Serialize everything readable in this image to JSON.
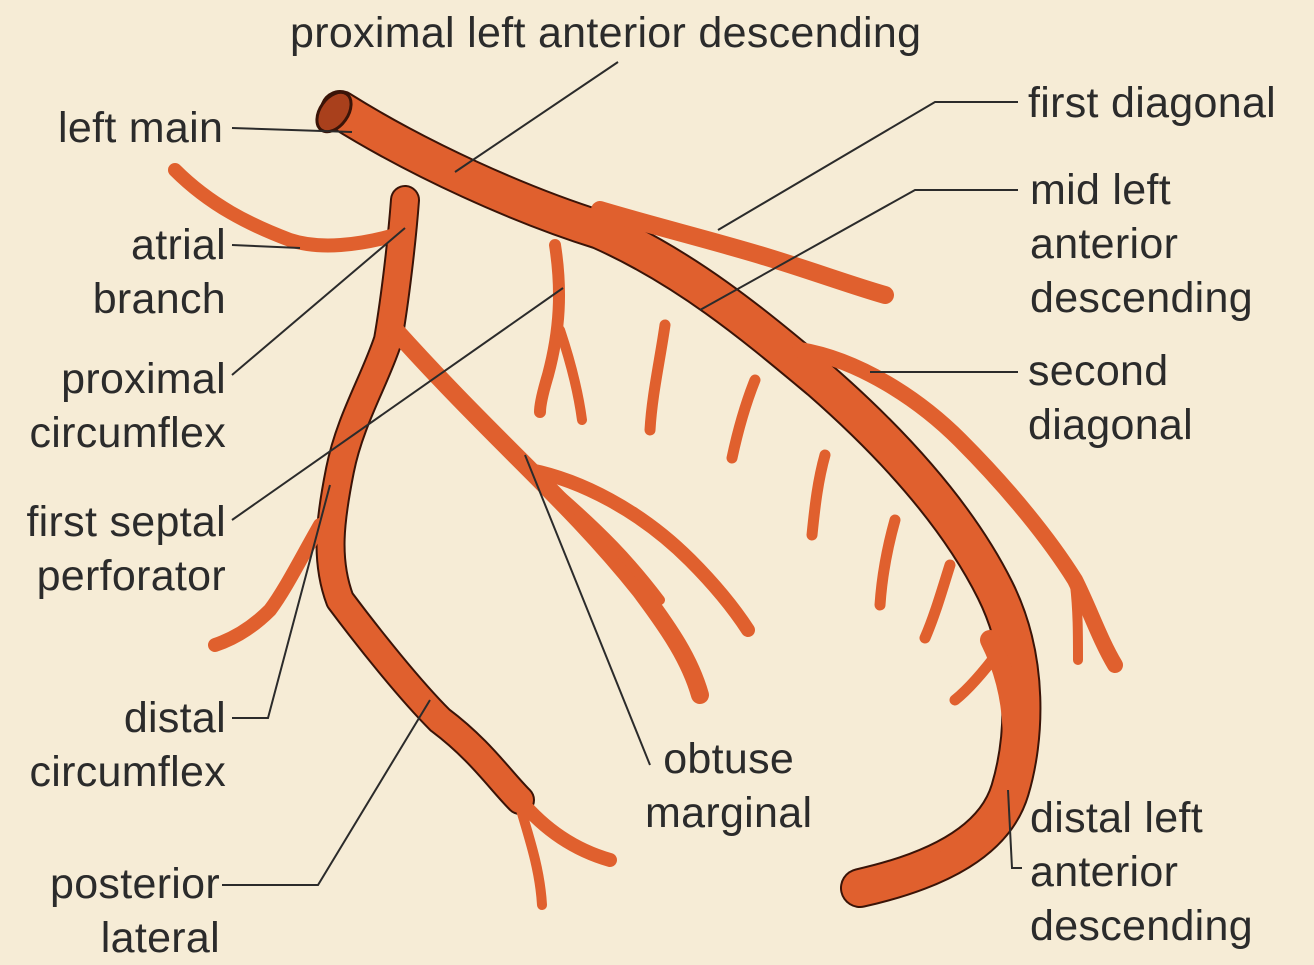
{
  "labels": {
    "proximal_lad": "proximal left anterior descending",
    "left_main": "left main",
    "first_diagonal": "first diagonal",
    "mid_lad": [
      "mid left",
      "anterior",
      "descending"
    ],
    "atrial_branch": [
      "atrial",
      "branch"
    ],
    "proximal_circumflex": [
      "proximal",
      "circumflex"
    ],
    "second_diagonal": [
      "second",
      "diagonal"
    ],
    "first_septal": [
      "first septal",
      "perforator"
    ],
    "distal_circumflex": [
      "distal",
      "circumflex"
    ],
    "obtuse_marginal": [
      "obtuse",
      "marginal"
    ],
    "distal_lad": [
      "distal left",
      "anterior",
      "descending"
    ],
    "posterior_lateral": [
      "posterior",
      "lateral"
    ]
  },
  "colors": {
    "background": "#f6ecd6",
    "vessel": "#e0602e",
    "vessel_outline": "#3a1408",
    "leader": "#2b2b2b"
  }
}
